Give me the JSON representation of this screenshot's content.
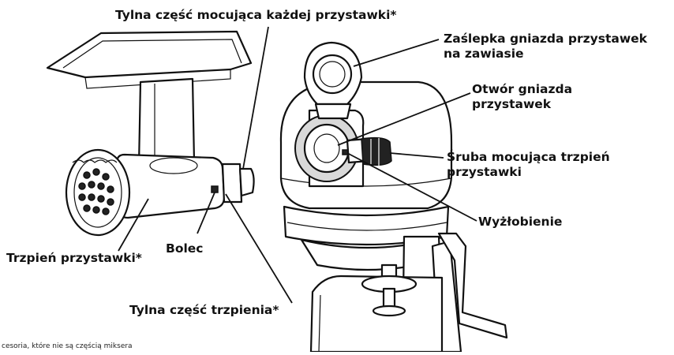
{
  "labels": {
    "rear_attachment": "Tylna część mocująca każdej przystawki*",
    "hinged_cap_line1": "Zaślepka gniazda przystawek",
    "hinged_cap_line2": "na zawiasie",
    "socket_line1": "Otwór gniazda",
    "socket_line2": "przystawek",
    "knob_line1": "Śruba mocująca trzpień",
    "knob_line2": "przystawki",
    "notch": "Wyżłobienie",
    "pin": "Bolec",
    "shaft": "Trzpień przystawki*",
    "shaft_rear": "Tylna część trzpienia*"
  },
  "footnote": "cesoria, które nie są częścią miksera"
}
